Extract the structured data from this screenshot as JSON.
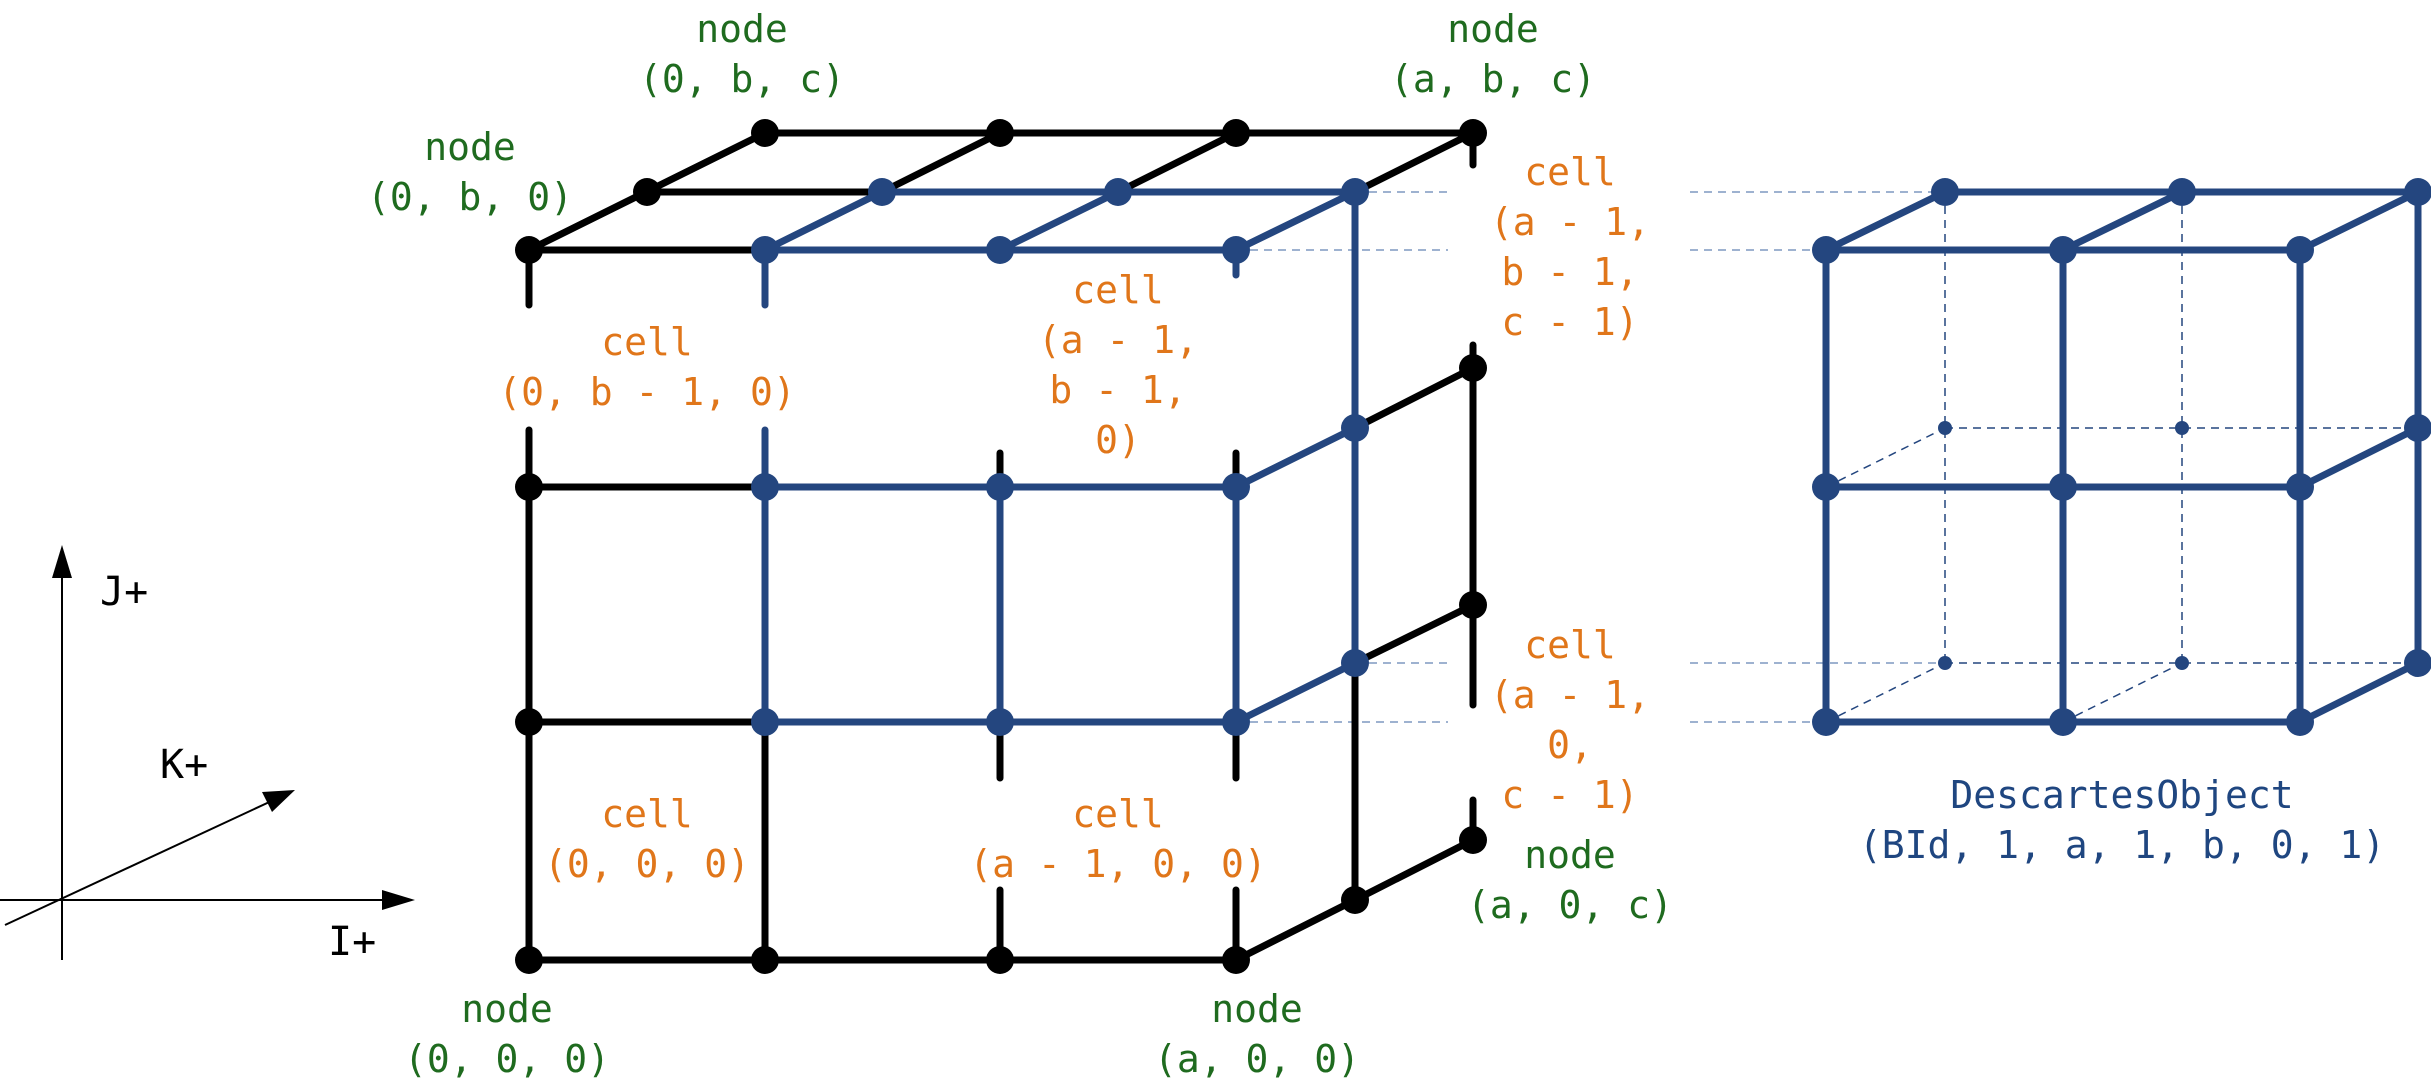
{
  "axes": {
    "j_label": "J+",
    "k_label": "K+",
    "i_label": "I+"
  },
  "node_labels": {
    "n_0bc": [
      "node",
      "(0, b, c)"
    ],
    "n_abc": [
      "node",
      "(a, b, c)"
    ],
    "n_0b0": [
      "node",
      "(0, b, 0)"
    ],
    "n_000": [
      "node",
      "(0, 0, 0)"
    ],
    "n_a00": [
      "node",
      "(a, 0, 0)"
    ],
    "n_a0c": [
      "node",
      "(a, 0, c)"
    ]
  },
  "cell_labels": {
    "c_0b10": [
      "cell",
      "(0, b - 1, 0)"
    ],
    "c_a1b10": [
      "cell",
      "(a - 1,",
      "b - 1,",
      "0)"
    ],
    "c_a1b1c1": [
      "cell",
      "(a - 1,",
      "b - 1,",
      "c - 1)"
    ],
    "c_a10c1": [
      "cell",
      "(a - 1,",
      "0,",
      "c - 1)"
    ],
    "c_000": [
      "cell",
      "(0, 0, 0)"
    ],
    "c_a100": [
      "cell",
      "(a - 1, 0, 0)"
    ]
  },
  "object_label": {
    "name": "DescartesObject",
    "args": "(BId, 1, a, 1, b, 0, 1)"
  },
  "colors": {
    "black": "#000000",
    "blue": "#24467f",
    "node_text": "#1f6b1f",
    "cell_text": "#e0761a"
  }
}
